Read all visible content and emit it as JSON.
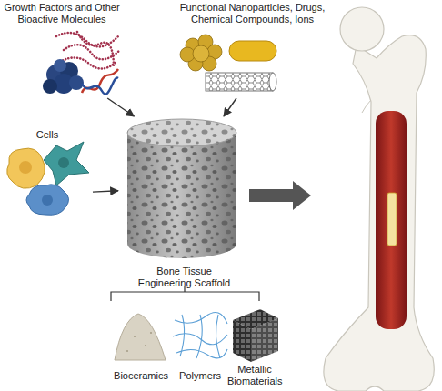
{
  "diagram": {
    "nodes": [
      {
        "text": [
          "Growth Factors and Other Bioactive Molecules"
        ]
      },
      {
        "text": [
          "Functional Nanoparticles, Drugs, Chemical Compounds, Ions"
        ]
      },
      {
        "text": [
          "Cells"
        ]
      },
      {
        "text": [
          "Bone Tissue Engineering Scaffold"
        ]
      },
      {
        "text": [
          "Bioceramics"
        ]
      },
      {
        "text": [
          "Polymers"
        ]
      },
      {
        "text": [
          "Metallic Biomaterials"
        ]
      }
    ],
    "edges": [
      {
        "from": 0,
        "to": 3,
        "arrow": "to"
      },
      {
        "from": 1,
        "to": 3,
        "arrow": "to"
      },
      {
        "from": 2,
        "to": 3,
        "arrow": "to"
      }
    ]
  }
}
